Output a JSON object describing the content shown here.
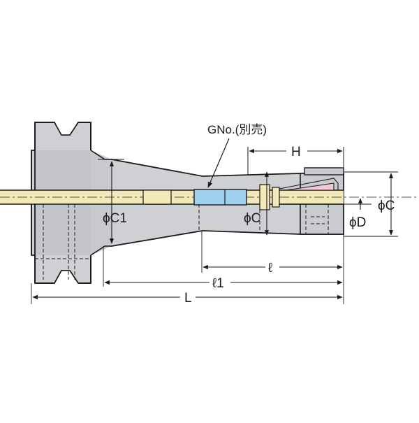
{
  "diagram": {
    "callout_label": "GNo.(別売)",
    "dimension_labels": {
      "H": "H",
      "phi_C1": "ϕC1",
      "phi_C_inner": "ϕC",
      "phi_C_outer": "ϕC",
      "phi_D": "ϕD",
      "l": "ℓ",
      "l1": "ℓ1",
      "L": "L"
    },
    "colors": {
      "body_gray": "#cfd0d4",
      "body_gray_dark": "#b9bbc0",
      "axis_band_yellow": "#f3e9b8",
      "part_blue": "#9fd0ee",
      "taper_pink": "#f1c9d8",
      "line": "#1a1a1a"
    }
  }
}
